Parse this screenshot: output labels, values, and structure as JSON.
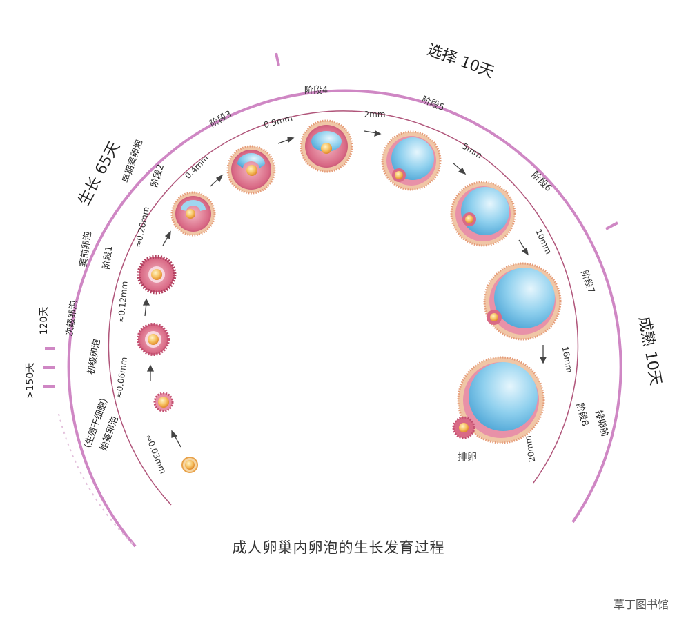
{
  "title": "成人卵巢内卵泡的生长发育过程",
  "watermark": "草丁图书馆",
  "accent_color": "#cf87c4",
  "inner_arc_color": "#b0557a",
  "phases": [
    {
      "label": "生长 65天"
    },
    {
      "label": "选择 10天"
    },
    {
      "label": "成熟 10天"
    }
  ],
  "time_ticks": [
    {
      "label": ">150天"
    },
    {
      "label": "120天"
    }
  ],
  "follicle_names": [
    {
      "label": "始基卵泡"
    },
    {
      "label": "（生殖干细胞）"
    },
    {
      "label": "初级卵泡"
    },
    {
      "label": "次级卵泡"
    },
    {
      "label": "窦前卵泡"
    },
    {
      "label": "阶段1"
    },
    {
      "label": "早期窦卵泡"
    },
    {
      "label": "阶段2"
    },
    {
      "label": "排卵前"
    },
    {
      "label": "阶段8"
    }
  ],
  "stage_labels": [
    {
      "label": "阶段3"
    },
    {
      "label": "阶段4"
    },
    {
      "label": "阶段5"
    },
    {
      "label": "阶段6"
    },
    {
      "label": "阶段7"
    }
  ],
  "size_labels": [
    {
      "label": "≈0.03mm"
    },
    {
      "label": "≈0.06mm"
    },
    {
      "label": "≈0.12mm"
    },
    {
      "label": "≈0.20mm"
    },
    {
      "label": "0.4mm"
    },
    {
      "label": "0.9mm"
    },
    {
      "label": "2mm"
    },
    {
      "label": "5mm"
    },
    {
      "label": "10mm"
    },
    {
      "label": "16mm"
    },
    {
      "label": "20mm"
    }
  ],
  "ovulation_label": "排卵"
}
